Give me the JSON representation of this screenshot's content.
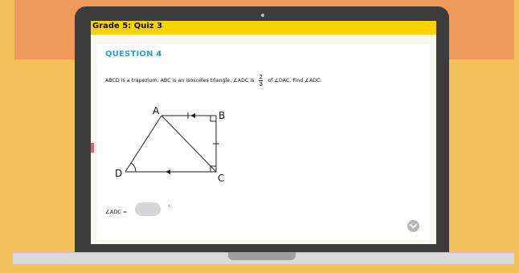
{
  "app": {
    "title": "Grade 5: Quiz 3"
  },
  "question": {
    "heading": "QUESTION 4",
    "text_before": "ABCD is a trapezium. ABC is an isosceles triangle. ∠ADC is",
    "fraction": {
      "numerator": "2",
      "denominator": "3"
    },
    "text_after": "of ∠DAC. Find ∠ADC.",
    "answer_label": "∠ADC =",
    "answer_value": "",
    "unit": "°"
  },
  "diagram": {
    "labels": {
      "A": "A",
      "B": "B",
      "C": "C",
      "D": "D"
    }
  },
  "colors": {
    "title_bar": "#ffd100",
    "heading": "#2a9fd6",
    "background": "#f4bf58",
    "band": "#ef9a5d"
  },
  "icons": {
    "next": "chevron-down-icon"
  }
}
